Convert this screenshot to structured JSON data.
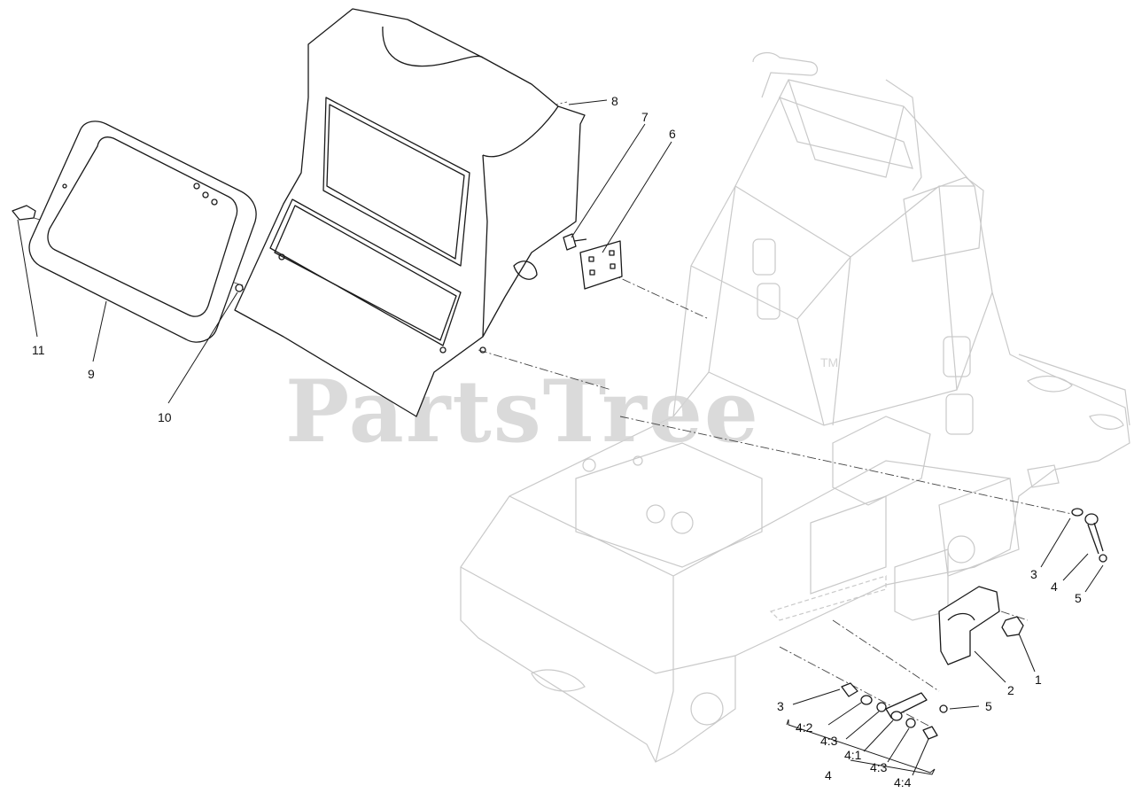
{
  "watermark": {
    "text": "PartsTree",
    "trademark": "TM"
  },
  "callouts": {
    "c1": "1",
    "c2": "2",
    "c3a": "3",
    "c3b": "3",
    "c4a": "4",
    "c4b": "4",
    "c4_1": "4:1",
    "c4_2": "4:2",
    "c4_3a": "4:3",
    "c4_3b": "4:3",
    "c4_4": "4:4",
    "c5a": "5",
    "c5b": "5",
    "c6": "6",
    "c7": "7",
    "c8": "8",
    "c9": "9",
    "c10": "10",
    "c11": "11"
  }
}
